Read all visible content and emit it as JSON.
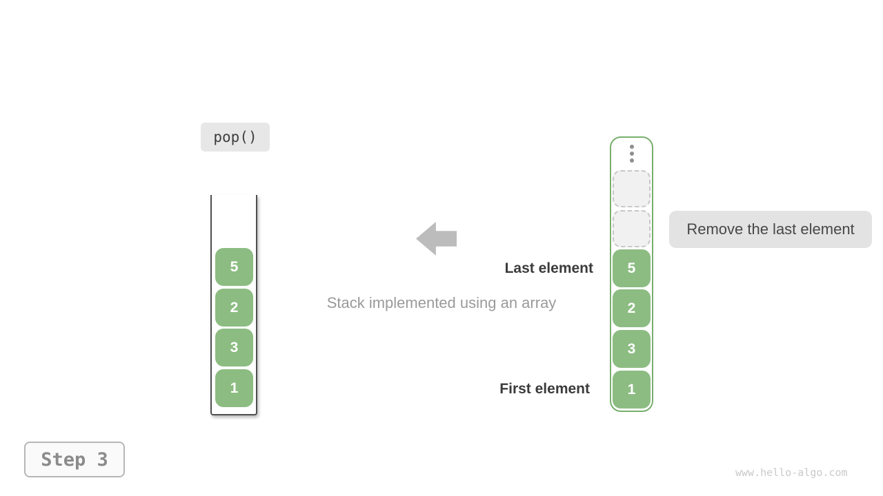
{
  "operation": {
    "label": "pop()"
  },
  "left_stack": {
    "values": [
      "5",
      "2",
      "3",
      "1"
    ]
  },
  "right_stack": {
    "values": [
      "5",
      "2",
      "3",
      "1"
    ],
    "empty_slot_count": 2,
    "ellipsis_icon": "vertical-dots-icon"
  },
  "labels": {
    "last_element": "Last element",
    "first_element": "First element",
    "caption": "Stack implemented using an array",
    "tooltip": "Remove the last element"
  },
  "step_badge": {
    "label": "Step 3"
  },
  "footer": {
    "watermark": "www.hello-algo.com"
  },
  "colors": {
    "box_green": "#8cbc82",
    "stack_border_green": "#77ae6c",
    "container_border_dark": "#4f4f4f",
    "arrow_gray": "#bcbcbc",
    "operation_label_bg": "#e7e7e7",
    "tooltip_bg": "#e3e3e3",
    "empty_slot_bg": "#f1f1f1",
    "empty_slot_border": "#c7c7c7",
    "step_badge_border": "#b6b6b6",
    "watermark_gray": "#c9c9c9"
  }
}
